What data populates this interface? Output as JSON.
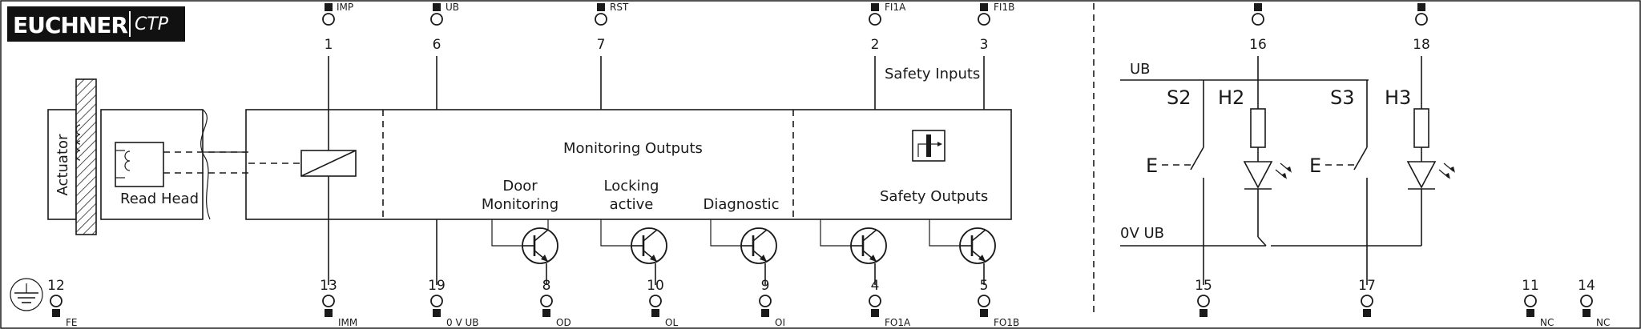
{
  "logo": {
    "brand": "EUCHNER",
    "model": "CTP"
  },
  "top_terminals": [
    {
      "number": "1",
      "signal": "IMP"
    },
    {
      "number": "6",
      "signal": "UB"
    },
    {
      "number": "7",
      "signal": "RST"
    },
    {
      "number": "2",
      "signal": "FI1A"
    },
    {
      "number": "3",
      "signal": "FI1B"
    },
    {
      "number": "16",
      "signal": ""
    },
    {
      "number": "18",
      "signal": ""
    }
  ],
  "bottom_terminals": [
    {
      "number": "12",
      "signal": "FE"
    },
    {
      "number": "13",
      "signal": "IMM"
    },
    {
      "number": "19",
      "signal": "0 V UB"
    },
    {
      "number": "8",
      "signal": "OD"
    },
    {
      "number": "10",
      "signal": "OL"
    },
    {
      "number": "9",
      "signal": "OI"
    },
    {
      "number": "4",
      "signal": "FO1A"
    },
    {
      "number": "5",
      "signal": "FO1B"
    },
    {
      "number": "15",
      "signal": ""
    },
    {
      "number": "17",
      "signal": ""
    },
    {
      "number": "11",
      "signal": "NC"
    },
    {
      "number": "14",
      "signal": "NC"
    }
  ],
  "labels": {
    "actuator": "Actuator",
    "read_head": "Read Head",
    "safety_inputs": "Safety Inputs",
    "monitoring_outputs": "Monitoring Outputs",
    "door_monitoring_1": "Door",
    "door_monitoring_2": "Monitoring",
    "locking_active_1": "Locking",
    "locking_active_2": "active",
    "diagnostic": "Diagnostic",
    "safety_outputs": "Safety Outputs"
  },
  "right_circuit": {
    "ub": "UB",
    "zero_v_ub": "0V UB",
    "s2": "S2",
    "h2": "H2",
    "s3": "S3",
    "h3": "H3",
    "e1": "E",
    "e2": "E"
  }
}
